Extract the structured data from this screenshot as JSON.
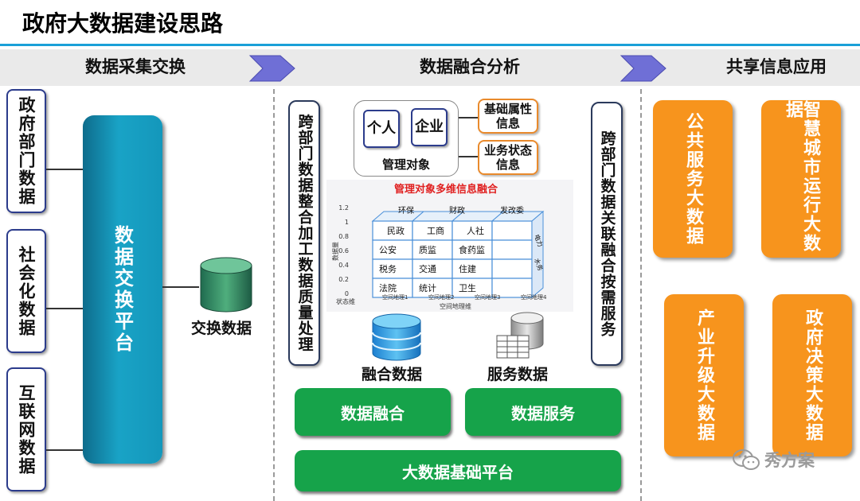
{
  "title": "政府大数据建设思路",
  "sections": {
    "collect": "数据采集交换",
    "fusion": "数据融合分析",
    "share": "共享信息应用"
  },
  "sources": [
    "政府部门数据",
    "社会化数据",
    "互联网数据"
  ],
  "exchange_platform": "数据交换平台",
  "exchange_data_label": "交换数据",
  "left_process": "跨部门数据整合加工数据质量处理",
  "right_process": "跨部门数据关联融合按需服务",
  "management": {
    "label": "管理对象",
    "entities": [
      "个人",
      "企业"
    ],
    "info": [
      "基础属性信息",
      "业务状态信息"
    ]
  },
  "cube": {
    "title": "管理对象多维信息融合",
    "y_axis_label": "数据量",
    "x_axis_label": "空间地理维",
    "corner_label": "状态维",
    "y_ticks": [
      "1.2",
      "1",
      "0.8",
      "0.6",
      "0.4",
      "0.2",
      "0"
    ],
    "x_ticks": [
      "空间地理1",
      "空间地理2",
      "空间地理3",
      "空间地理4"
    ],
    "top_row": [
      "环保",
      "财政",
      "发改委"
    ],
    "row1": [
      "民政",
      "工商",
      "人社"
    ],
    "row2": [
      "公安",
      "质监",
      "食药监"
    ],
    "row3": [
      "税务",
      "交通",
      "住建"
    ],
    "row4": [
      "法院",
      "统计",
      "卫生"
    ],
    "side": [
      "电力",
      "水务"
    ]
  },
  "fused_data_label": "融合数据",
  "service_data_label": "服务数据",
  "buttons": {
    "fusion": "数据融合",
    "service": "数据服务",
    "platform": "大数据基础平台"
  },
  "applications": [
    "公共服务大数据",
    "智慧城市运行大数据",
    "产业升级大数据",
    "政府决策大数据"
  ],
  "watermark": "秀方案",
  "colors": {
    "accent_blue": "#1aa0d8",
    "platform_teal": "#1497bb",
    "green": "#16a34a",
    "orange": "#f7941d",
    "chevron": "#6f6fd6"
  }
}
